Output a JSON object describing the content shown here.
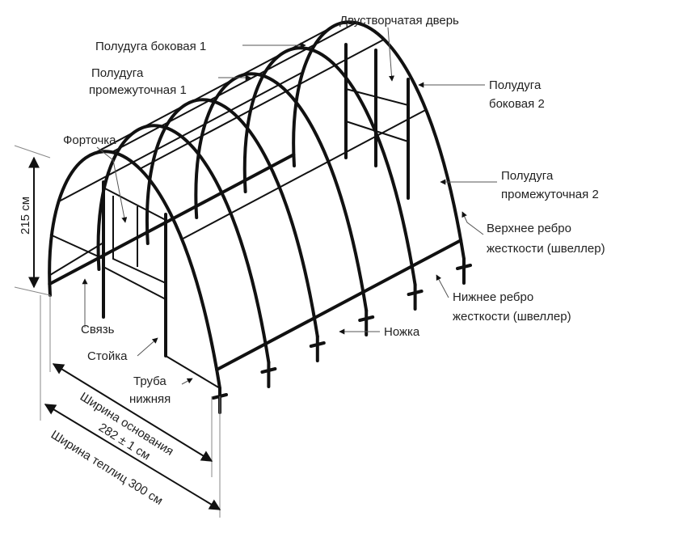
{
  "title": "Схема каркаса теплицы",
  "labels": {
    "door": "Двустворчатая дверь",
    "side_arch_1": "Полудуга боковая 1",
    "mid_arch_1_l1": "Полудуга",
    "mid_arch_1_l2": "промежуточная 1",
    "side_arch_2_l1": "Полудуга",
    "side_arch_2_l2": "боковая 2",
    "vent": "Форточка",
    "mid_arch_2_l1": "Полудуга",
    "mid_arch_2_l2": "промежуточная 2",
    "height": "215 см",
    "upper_rib_l1": "Верхнее ребро",
    "upper_rib_l2": "жесткости (швеллер)",
    "lower_rib_l1": "Нижнее ребро",
    "lower_rib_l2": "жесткости (швеллер)",
    "leg": "Ножка",
    "brace": "Связь",
    "post": "Стойка",
    "bottom_pipe_l1": "Труба",
    "bottom_pipe_l2": "нижняя",
    "base_width_l1": "Ширина основания",
    "base_width_l2": "282 ± 1 см",
    "total_width": "Ширина теплиц 300 см"
  }
}
